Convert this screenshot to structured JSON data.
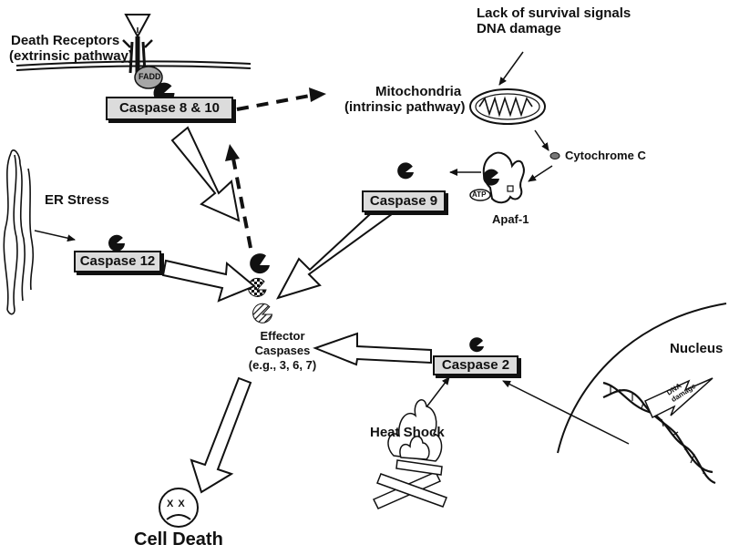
{
  "labels": {
    "death_receptors_1": "Death Receptors",
    "death_receptors_2": "(extrinsic pathway)",
    "fadd": "FADD",
    "survival_1": "Lack of survival signals",
    "survival_2": "DNA damage",
    "mito_1": "Mitochondria",
    "mito_2": "(intrinsic pathway)",
    "cytochrome": "Cytochrome C",
    "atp": "ATP",
    "apaf": "Apaf-1",
    "er_stress": "ER Stress",
    "effector_1": "Effector",
    "effector_2": "Caspases",
    "effector_3": "(e.g., 3, 6, 7)",
    "nucleus": "Nucleus",
    "heat_shock": "Heat Shock",
    "dna_damage_1": "DNA",
    "dna_damage_2": "damage",
    "cell_death": "Cell Death"
  },
  "boxes": {
    "caspase_8_10": "Caspase 8 & 10",
    "caspase_9": "Caspase 9",
    "caspase_12": "Caspase 12",
    "caspase_2": "Caspase 2"
  },
  "face_eyes": "X X"
}
